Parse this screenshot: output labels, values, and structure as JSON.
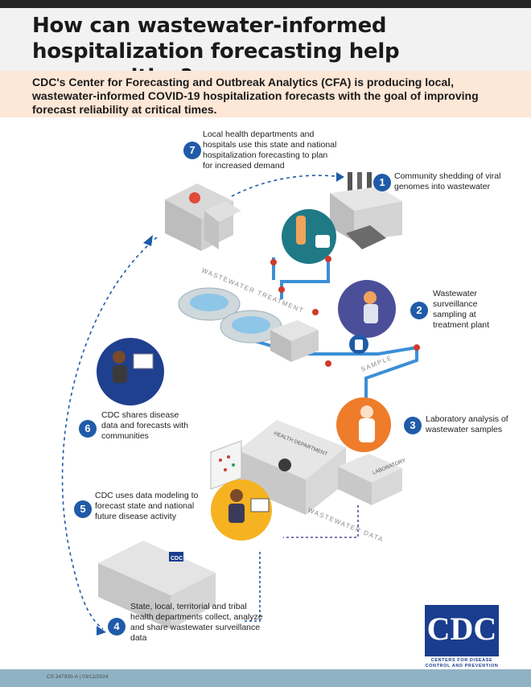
{
  "header": {
    "title": "How can wastewater-informed hospitalization forecasting help communities?",
    "intro": "CDC's Center for Forecasting and Outbreak Analytics (CFA) is producing local, wastewater-informed COVID-19 hospitalization forecasts with the goal of improving forecast reliability at critical times."
  },
  "steps": [
    {
      "number": "1",
      "text": "Community shedding of viral genomes into wastewater"
    },
    {
      "number": "2",
      "text": "Wastewater surveillance sampling at treatment plant"
    },
    {
      "number": "3",
      "text": "Laboratory analysis of wastewater samples"
    },
    {
      "number": "4",
      "text": "State, local, territorial and tribal health departments collect, analyze and share wastewater surveillance data"
    },
    {
      "number": "5",
      "text": "CDC uses data modeling to forecast state and national future disease activity"
    },
    {
      "number": "6",
      "text": "CDC shares disease data and forecasts with communities"
    },
    {
      "number": "7",
      "text": "Local health departments and hospitals use this state and national hospitalization forecasting to plan for increased demand"
    }
  ],
  "illustration_labels": {
    "wastewater_treatment": "WASTEWATER TREATMENT",
    "sample": "SAMPLE",
    "wastewater_data": "WASTEWATER DATA",
    "health_department": "HEALTH DEPARTMENT",
    "laboratory": "LABORATORY",
    "building_logo": "CDC"
  },
  "logo": {
    "text": "CDC",
    "subtitle_line1": "CENTERS FOR DISEASE",
    "subtitle_line2": "CONTROL AND PREVENTION"
  },
  "footer": {
    "text": "CS 347930-A  |  03/12/2024"
  },
  "colors": {
    "accent_blue": "#1f5ba8",
    "title_band": "#f2f2f2",
    "intro_band": "#fde7d7",
    "pipe_blue": "#3b8fd6",
    "footer_band": "#8fb3c4"
  }
}
